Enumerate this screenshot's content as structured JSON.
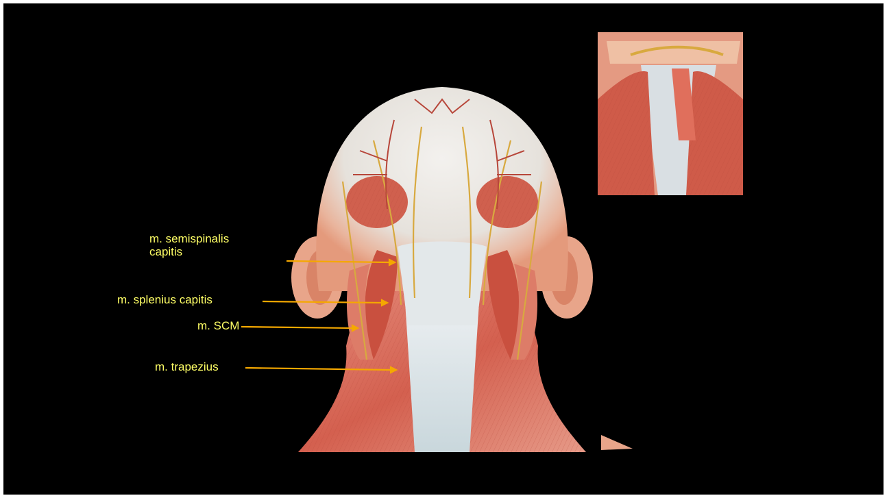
{
  "slide": {
    "background_color": "#000000",
    "label_color": "#ffff66",
    "leader_color": "#f5a800",
    "labels": {
      "semispinalis_line1": "m. semispinalis",
      "semispinalis_line2": "capitis",
      "splenius": "m. splenius capitis",
      "scm": "m. SCM",
      "trapezius": "m. trapezius"
    }
  },
  "illustrations": {
    "main": "posterior-head-and-neck-muscle-illustration",
    "inset": "posterior-neck-muscle-inset-illustration"
  }
}
